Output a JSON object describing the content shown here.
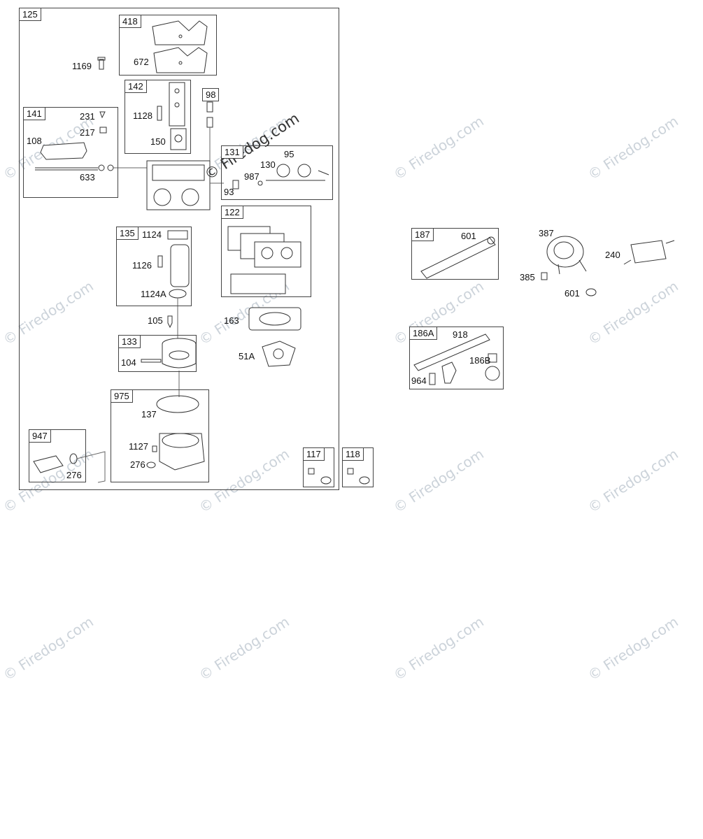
{
  "watermark": "© Firedog.com",
  "overlay_watermark": "© Firedog.com",
  "groups": {
    "g125": "125",
    "g418": "418",
    "g142": "142",
    "g98": "98",
    "g141": "141",
    "g131": "131",
    "g122": "122",
    "g135": "135",
    "g133": "133",
    "g975": "975",
    "g947": "947",
    "g117": "117",
    "g118": "118",
    "g187": "187",
    "g186A": "186A"
  },
  "parts": {
    "p1169": "1169",
    "p672": "672",
    "p1128": "1128",
    "p150": "150",
    "p231": "231",
    "p217": "217",
    "p108": "108",
    "p633": "633",
    "p95": "95",
    "p130": "130",
    "p987": "987",
    "p93": "93",
    "p1124": "1124",
    "p1126": "1126",
    "p1124A": "1124A",
    "p105": "105",
    "p163": "163",
    "p51A": "51A",
    "p104": "104",
    "p137": "137",
    "p1127": "1127",
    "p276a": "276",
    "p276b": "276",
    "p601a": "601",
    "p387": "387",
    "p240": "240",
    "p385": "385",
    "p601b": "601",
    "p918": "918",
    "p186B": "186B",
    "p964": "964"
  }
}
